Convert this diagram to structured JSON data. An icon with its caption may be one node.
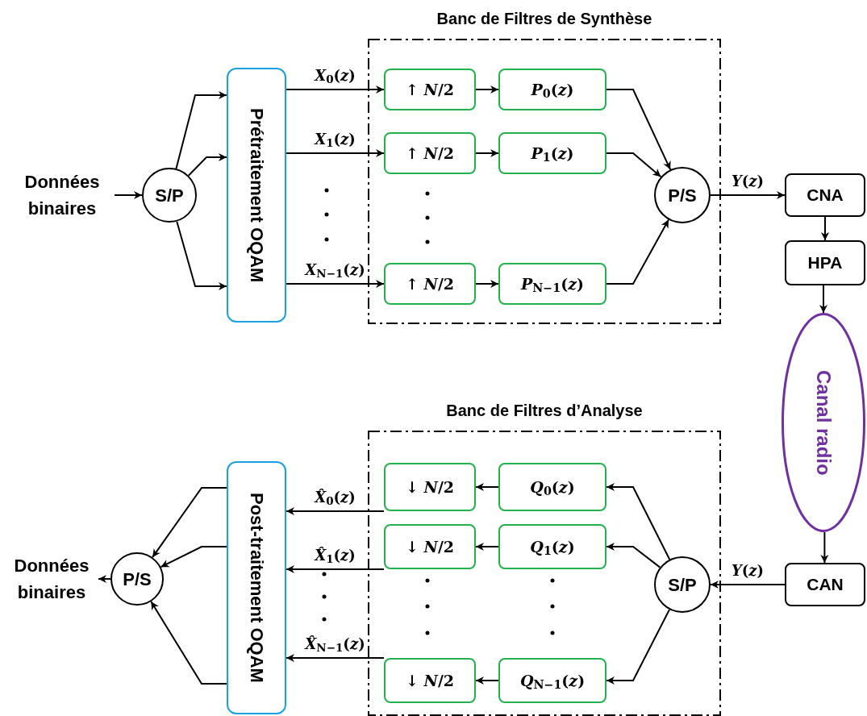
{
  "diagram": {
    "nodes": [
      {
        "text": [
          "Données binaires"
        ]
      },
      {
        "text": [
          "S/P"
        ]
      },
      {
        "text": [
          "Prétraitement OQAM"
        ]
      },
      {
        "text": [
          "Banc de Filtres de Synthèse"
        ]
      },
      {
        "text": [
          "↑ *N*/2"
        ],
        "in": 3
      },
      {
        "text": [
          "*P*$_{0}$(*z*)"
        ],
        "in": 3
      },
      {
        "text": [
          "↑ *N*/2"
        ],
        "in": 3
      },
      {
        "text": [
          "*P*$_{1}$(*z*)"
        ],
        "in": 3
      },
      {
        "text": [
          "↑ *N*/2"
        ],
        "in": 3
      },
      {
        "text": [
          "*P*$_{N−1}$(*z*)"
        ],
        "in": 3
      },
      {
        "text": [
          "P/S"
        ],
        "in": 3
      },
      {
        "text": [
          "CNA"
        ]
      },
      {
        "text": [
          "HPA"
        ]
      },
      {
        "text": [
          "Canal radio"
        ]
      },
      {
        "text": [
          "CAN"
        ]
      },
      {
        "text": [
          "Banc de Filtres d’Analyse"
        ]
      },
      {
        "text": [
          "↓ *N*/2"
        ],
        "in": 15
      },
      {
        "text": [
          "*Q*$_{0}$(*z*)"
        ],
        "in": 15
      },
      {
        "text": [
          "↓ *N*/2"
        ],
        "in": 15
      },
      {
        "text": [
          "*Q*$_{1}$(*z*)"
        ],
        "in": 15
      },
      {
        "text": [
          "↓ *N*/2"
        ],
        "in": 15
      },
      {
        "text": [
          "*Q*$_{N−1}$(*z*)"
        ],
        "in": 15
      },
      {
        "text": [
          "S/P"
        ],
        "in": 15
      },
      {
        "text": [
          "Post-traitement OQAM"
        ]
      },
      {
        "text": [
          "P/S"
        ]
      },
      {
        "text": [
          "Données binaires"
        ]
      }
    ],
    "edges": [
      {
        "from": 0,
        "to": 1,
        "arrow": "to"
      },
      {
        "from": 1,
        "to": 2,
        "arrow": "to"
      },
      {
        "from": 1,
        "to": 2,
        "arrow": "to"
      },
      {
        "from": 1,
        "to": 2,
        "arrow": "to"
      },
      {
        "from": 2,
        "to": 4,
        "arrow": "to",
        "label": "*X*$_{0}$(*z*)"
      },
      {
        "from": 2,
        "to": 6,
        "arrow": "to",
        "label": "*X*$_{1}$(*z*)"
      },
      {
        "from": 2,
        "to": 8,
        "arrow": "to",
        "label": "*X*$_{N−1}$(*z*)"
      },
      {
        "from": 4,
        "to": 5,
        "arrow": "to"
      },
      {
        "from": 6,
        "to": 7,
        "arrow": "to"
      },
      {
        "from": 8,
        "to": 9,
        "arrow": "to"
      },
      {
        "from": 5,
        "to": 10,
        "arrow": "to"
      },
      {
        "from": 7,
        "to": 10,
        "arrow": "to"
      },
      {
        "from": 9,
        "to": 10,
        "arrow": "to"
      },
      {
        "from": 10,
        "to": 11,
        "arrow": "to",
        "label": "*Y*(*z*)"
      },
      {
        "from": 11,
        "to": 12,
        "arrow": "to"
      },
      {
        "from": 12,
        "to": 13,
        "arrow": "to"
      },
      {
        "from": 13,
        "to": 14,
        "arrow": "to"
      },
      {
        "from": 14,
        "to": 22,
        "arrow": "to",
        "label": "*Y*(*z*)"
      },
      {
        "from": 22,
        "to": 17,
        "arrow": "to"
      },
      {
        "from": 22,
        "to": 19,
        "arrow": "to"
      },
      {
        "from": 22,
        "to": 21,
        "arrow": "to"
      },
      {
        "from": 17,
        "to": 16,
        "arrow": "to"
      },
      {
        "from": 19,
        "to": 18,
        "arrow": "to"
      },
      {
        "from": 21,
        "to": 20,
        "arrow": "to"
      },
      {
        "from": 16,
        "to": 23,
        "arrow": "to",
        "label": "*X̂*$_{0}$(*z*)"
      },
      {
        "from": 18,
        "to": 23,
        "arrow": "to",
        "label": "*X̂*$_{1}$(*z*)"
      },
      {
        "from": 20,
        "to": 23,
        "arrow": "to",
        "label": "*X̂*$_{N−1}$(*z*)"
      },
      {
        "from": 23,
        "to": 24,
        "arrow": "to"
      },
      {
        "from": 23,
        "to": 24,
        "arrow": "to"
      },
      {
        "from": 23,
        "to": 24,
        "arrow": "to"
      },
      {
        "from": 24,
        "to": 25,
        "arrow": "to"
      }
    ]
  }
}
